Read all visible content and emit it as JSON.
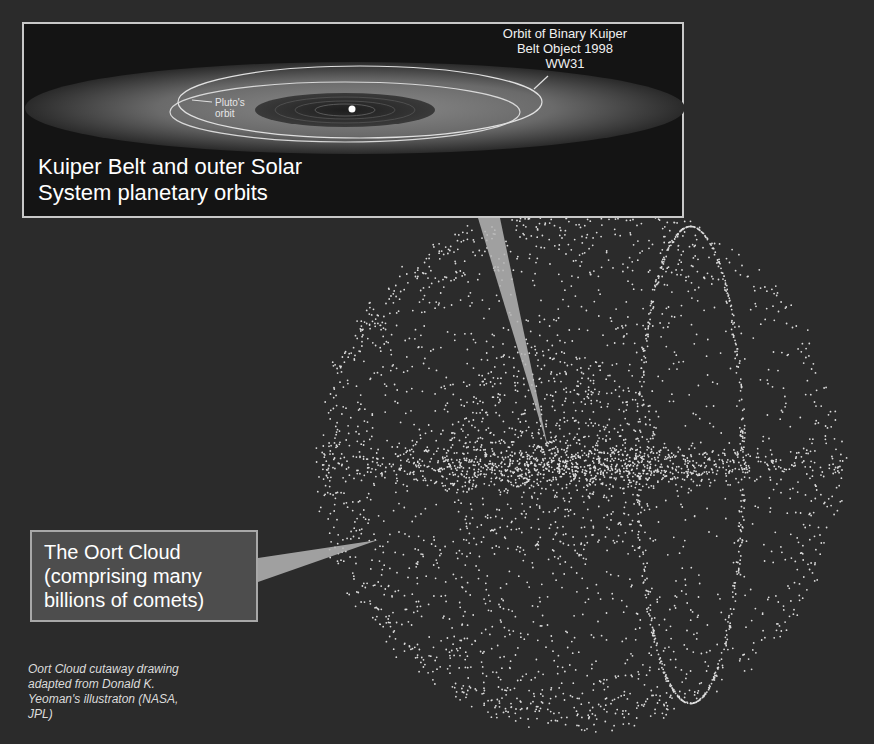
{
  "diagram": {
    "caption": "Oort Cloud cutaway drawing adapted from Donald K. Yeoman's illustraton (NASA, JPL)",
    "nodes": [
      {
        "text": [
          "Kuiper Belt and outer Solar System planetary orbits"
        ]
      },
      {
        "text": [
          "The Oort Cloud (comprising many billions of comets)"
        ]
      }
    ],
    "labels": [
      "Pluto's orbit",
      "Orbit of Binary Kuiper Belt Object 1998 WW31"
    ]
  }
}
